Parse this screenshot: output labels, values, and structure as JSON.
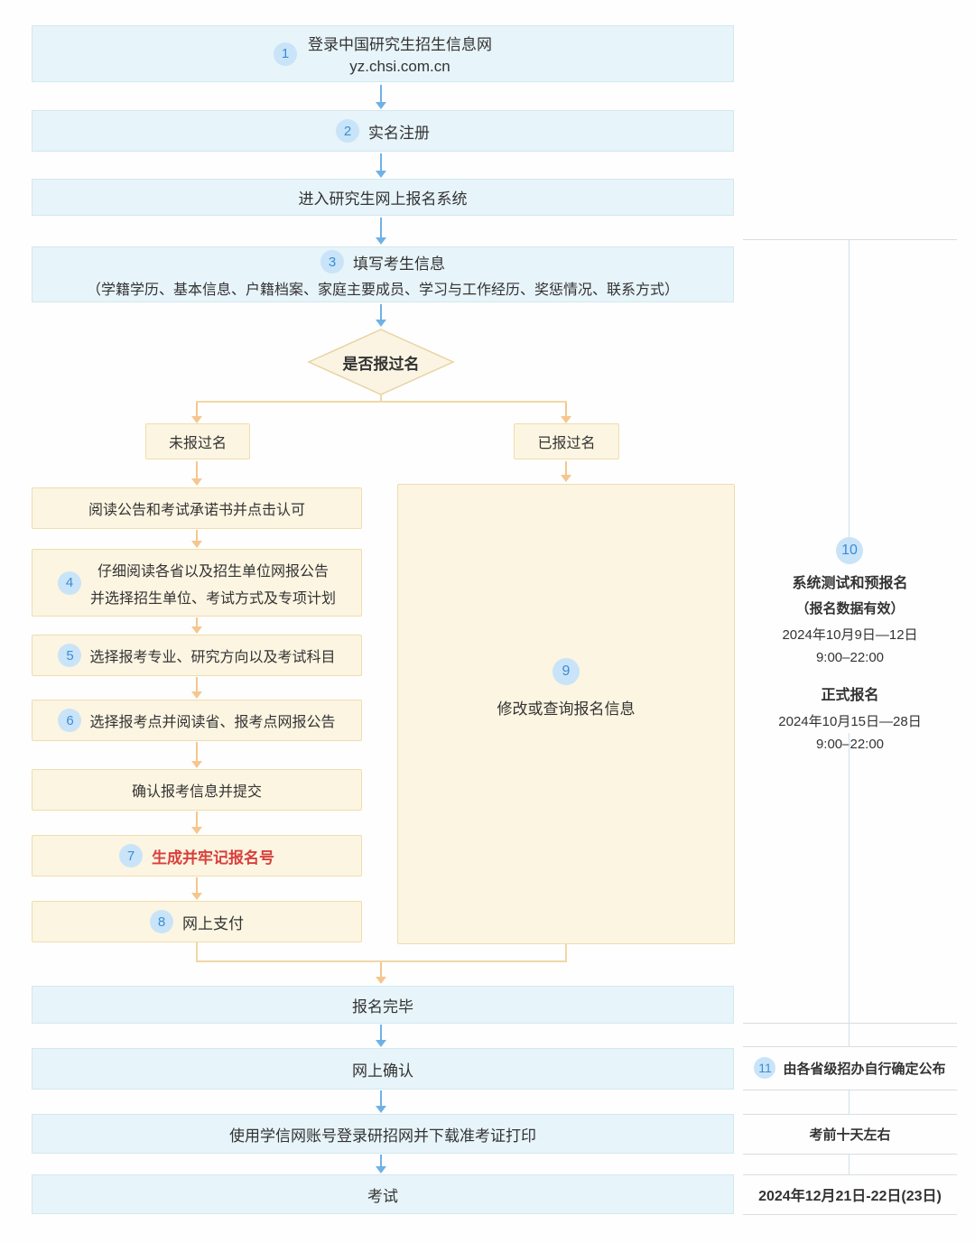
{
  "colors": {
    "blue_fill": "#e7f4fa",
    "blue_border": "#d2e8f0",
    "yellow_fill": "#fcf5e2",
    "yellow_border": "#f0ddae",
    "circle_bg": "#c9e4f8",
    "circle_text": "#3b8cd6",
    "arrow_blue": "#6fb1e5",
    "arrow_orange": "#f5c68e",
    "connector_tan": "#f0d8a6",
    "divider_gray": "#d9dde1",
    "text": "#333333",
    "highlight_red": "#d8403c"
  },
  "flow": {
    "step1": {
      "num": "1",
      "line1": "登录中国研究生招生信息网",
      "line2": "yz.chsi.com.cn"
    },
    "step2": {
      "num": "2",
      "label": "实名注册"
    },
    "step3": {
      "label": "进入研究生网上报名系统"
    },
    "step4": {
      "num": "3",
      "label": "填写考生信息",
      "detail": "（学籍学历、基本信息、户籍档案、家庭主要成员、学习与工作经历、奖惩情况、联系方式）"
    },
    "decision": {
      "label": "是否报过名"
    },
    "branch_no": {
      "label": "未报过名"
    },
    "branch_yes": {
      "label": "已报过名"
    },
    "left_steps": [
      {
        "label": "阅读公告和考试承诺书并点击认可"
      },
      {
        "num": "4",
        "line1": "仔细阅读各省以及招生单位网报公告",
        "line2": "并选择招生单位、考试方式及专项计划"
      },
      {
        "num": "5",
        "label": "选择报考专业、研究方向以及考试科目"
      },
      {
        "num": "6",
        "label": "选择报考点并阅读省、报考点网报公告"
      },
      {
        "label": "确认报考信息并提交"
      },
      {
        "num": "7",
        "label": "生成并牢记报名号"
      },
      {
        "num": "8",
        "label": "网上支付"
      }
    ],
    "modify_box": {
      "num": "9",
      "label": "修改或查询报名信息"
    },
    "done": {
      "label": "报名完毕"
    },
    "confirm": {
      "label": "网上确认"
    },
    "download": {
      "label": "使用学信网账号登录研招网并下载准考证打印"
    },
    "exam": {
      "label": "考试"
    }
  },
  "sidebar": {
    "schedule": {
      "num": "10",
      "title": "系统测试和预报名",
      "note": "（报名数据有效）",
      "pre_date": "2024年10月9日—12日",
      "pre_time": "9:00–22:00",
      "formal_title": "正式报名",
      "formal_date": "2024年10月15日—28日",
      "formal_time": "9:00–22:00"
    },
    "confirm_row": {
      "num": "11",
      "label": "由各省级招办自行确定公布"
    },
    "download_row": {
      "label": "考前十天左右"
    },
    "exam_row": {
      "label": "2024年12月21日-22日(23日)"
    }
  }
}
